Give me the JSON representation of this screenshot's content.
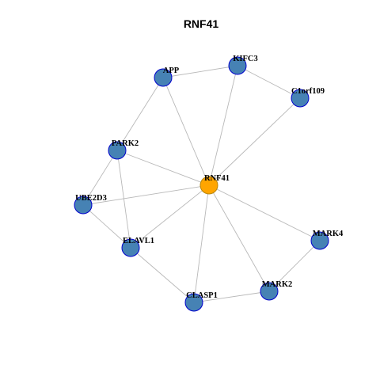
{
  "title": "RNF41",
  "colors": {
    "center_fill": "#FFA500",
    "center_stroke": "#B8860B",
    "node_fill": "#4682B4",
    "node_stroke": "#0000CD",
    "edge": "#B8B8B8"
  },
  "nodes": [
    {
      "id": "RNF41",
      "label": "RNF41",
      "center": true
    },
    {
      "id": "APP",
      "label": "APP"
    },
    {
      "id": "KIFC3",
      "label": "KIFC3"
    },
    {
      "id": "C1orf109",
      "label": "C1orf109"
    },
    {
      "id": "PARK2",
      "label": "PARK2"
    },
    {
      "id": "UBE2D3",
      "label": "UBE2D3"
    },
    {
      "id": "ELAVL1",
      "label": "ELAVL1"
    },
    {
      "id": "CLASP1",
      "label": "CLASP1"
    },
    {
      "id": "MARK2",
      "label": "MARK2"
    },
    {
      "id": "MARK4",
      "label": "MARK4"
    }
  ],
  "edges": [
    [
      "APP",
      "KIFC3"
    ],
    [
      "KIFC3",
      "C1orf109"
    ],
    [
      "APP",
      "PARK2"
    ],
    [
      "APP",
      "RNF41"
    ],
    [
      "KIFC3",
      "RNF41"
    ],
    [
      "C1orf109",
      "RNF41"
    ],
    [
      "PARK2",
      "RNF41"
    ],
    [
      "PARK2",
      "UBE2D3"
    ],
    [
      "PARK2",
      "ELAVL1"
    ],
    [
      "UBE2D3",
      "RNF41"
    ],
    [
      "UBE2D3",
      "ELAVL1"
    ],
    [
      "ELAVL1",
      "RNF41"
    ],
    [
      "ELAVL1",
      "CLASP1"
    ],
    [
      "CLASP1",
      "RNF41"
    ],
    [
      "CLASP1",
      "MARK2"
    ],
    [
      "MARK2",
      "RNF41"
    ],
    [
      "MARK2",
      "MARK4"
    ],
    [
      "MARK4",
      "RNF41"
    ]
  ]
}
